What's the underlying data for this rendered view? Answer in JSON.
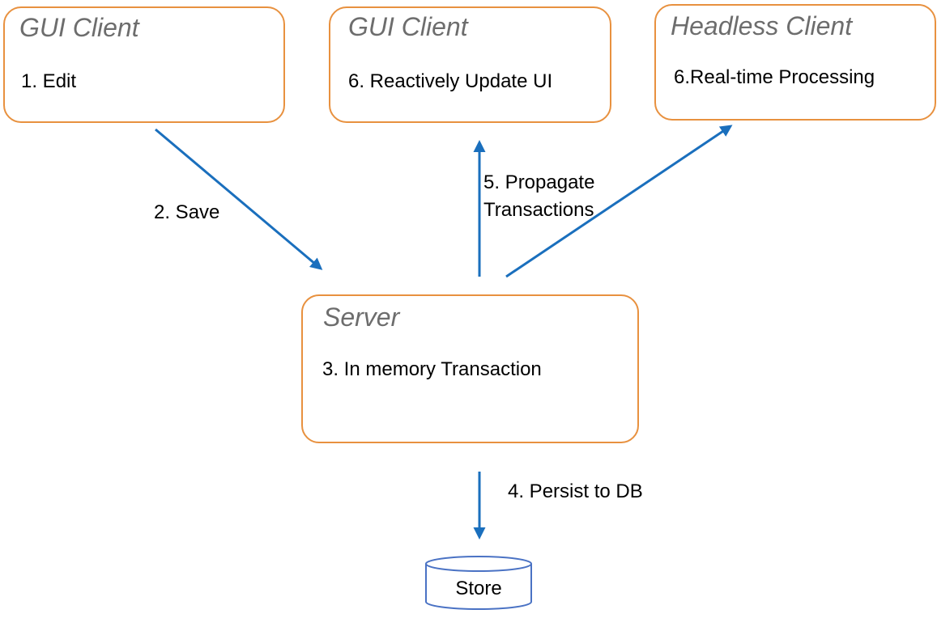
{
  "gui_client_left": {
    "title": "GUI Client",
    "step": "1. Edit"
  },
  "gui_client_center": {
    "title": "GUI Client",
    "step": "6. Reactively Update UI"
  },
  "headless_client": {
    "title": "Headless Client",
    "step": "6.Real-time Processing"
  },
  "server": {
    "title": "Server",
    "step": "3. In memory Transaction"
  },
  "edges": {
    "save": "2. Save",
    "propagate_line1": "5. Propagate",
    "propagate_line2": "Transactions",
    "persist": "4. Persist to DB"
  },
  "store": {
    "label": "Store"
  },
  "colors": {
    "box_border": "#e8913f",
    "arrow": "#1a6fbd",
    "title_text": "#6d6d6d",
    "db_border": "#4a72c4"
  }
}
